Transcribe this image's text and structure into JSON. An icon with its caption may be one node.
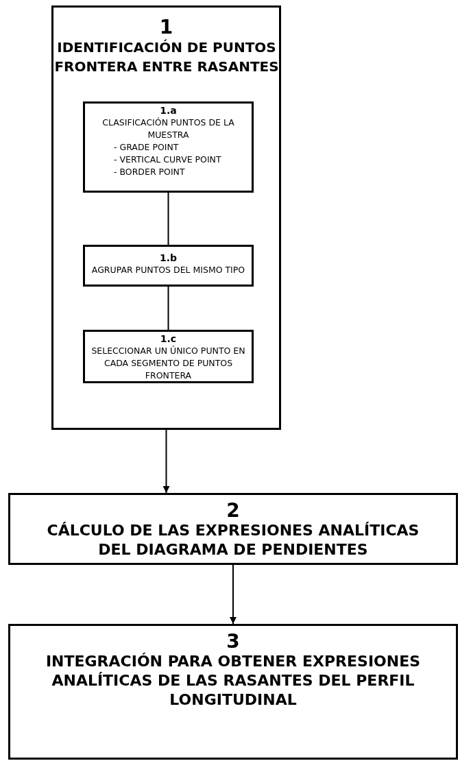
{
  "diagram": {
    "nodes": [
      {
        "text": [
          "1",
          "IDENTIFICACIÓN DE PUNTOS FRONTERA ENTRE RASANTES"
        ]
      },
      {
        "text": [
          "1.a",
          "CLASIFICACIÓN PUNTOS DE LA MUESTRA",
          "- GRADE POINT",
          "- VERTICAL CURVE POINT",
          "- BORDER POINT"
        ],
        "in": 0
      },
      {
        "text": [
          "1.b",
          "AGRUPAR PUNTOS DEL MISMO TIPO"
        ],
        "in": 0
      },
      {
        "text": [
          "1.c",
          "SELECCIONAR UN ÚNICO PUNTO EN CADA SEGMENTO DE PUNTOS FRONTERA"
        ],
        "in": 0
      },
      {
        "text": [
          "2",
          "CÁLCULO DE LAS EXPRESIONES ANALÍTICAS DEL DIAGRAMA DE PENDIENTES"
        ]
      },
      {
        "text": [
          "3",
          "INTEGRACIÓN PARA OBTENER EXPRESIONES ANALÍTICAS DE LAS RASANTES DEL PERFIL LONGITUDINAL"
        ]
      }
    ],
    "edges": [
      {
        "from": 1,
        "to": 2,
        "arrow": "none"
      },
      {
        "from": 2,
        "to": 3,
        "arrow": "none"
      },
      {
        "from": 0,
        "to": 4,
        "arrow": "to"
      },
      {
        "from": 4,
        "to": 5,
        "arrow": "to"
      }
    ]
  }
}
